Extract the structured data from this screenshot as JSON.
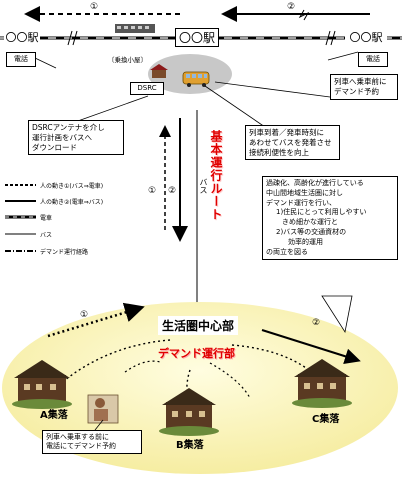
{
  "top": {
    "left_station": "〇〇駅",
    "center_station": "〇〇駅",
    "right_station": "〇〇駅",
    "phone_left": "電話",
    "phone_right": "電話",
    "arrow1_num": "①",
    "arrow2_num": "②",
    "sign": "〔乗換小屋〕",
    "dsrc": "DSRC",
    "callout_dsrc": [
      "DSRCアンテナを介し",
      "運行計画をバスへ",
      "ダウンロード"
    ],
    "callout_transfer": [
      "列車到着／発車時刻に",
      "あわせてバスを発着させ",
      "接続利便性を向上"
    ],
    "callout_right": [
      "列車へ乗車前に",
      "デマンド予約"
    ]
  },
  "middle": {
    "route_label": "基本運行ルート",
    "bus_label": "バス",
    "num1": "①",
    "num2": "②"
  },
  "legend": [
    {
      "label": "人の動き①(バス⇒電車)"
    },
    {
      "label": "人の動き②(電車⇒バス)"
    },
    {
      "label": "電車"
    },
    {
      "label": "バス"
    },
    {
      "label": "デマンド運行経路"
    }
  ],
  "purpose_box": [
    "過疎化、高齢化が進行している",
    "中山間地域生活圏に対し",
    "デマンド運行を行い、",
    "1)住民にとって利用しやすい",
    "きめ細かな運行と",
    "2)バス等の交通資材の",
    "効率的運用",
    "の両立を図る"
  ],
  "bottom": {
    "hub": "生活圏中心部",
    "demand": "デマンド運行部",
    "village_a": "A集落",
    "village_b": "B集落",
    "village_c": "C集落",
    "num1": "①",
    "num2": "②",
    "callout_phone": [
      "列車へ乗車する前に",
      "電話にてデマンド予約"
    ]
  }
}
